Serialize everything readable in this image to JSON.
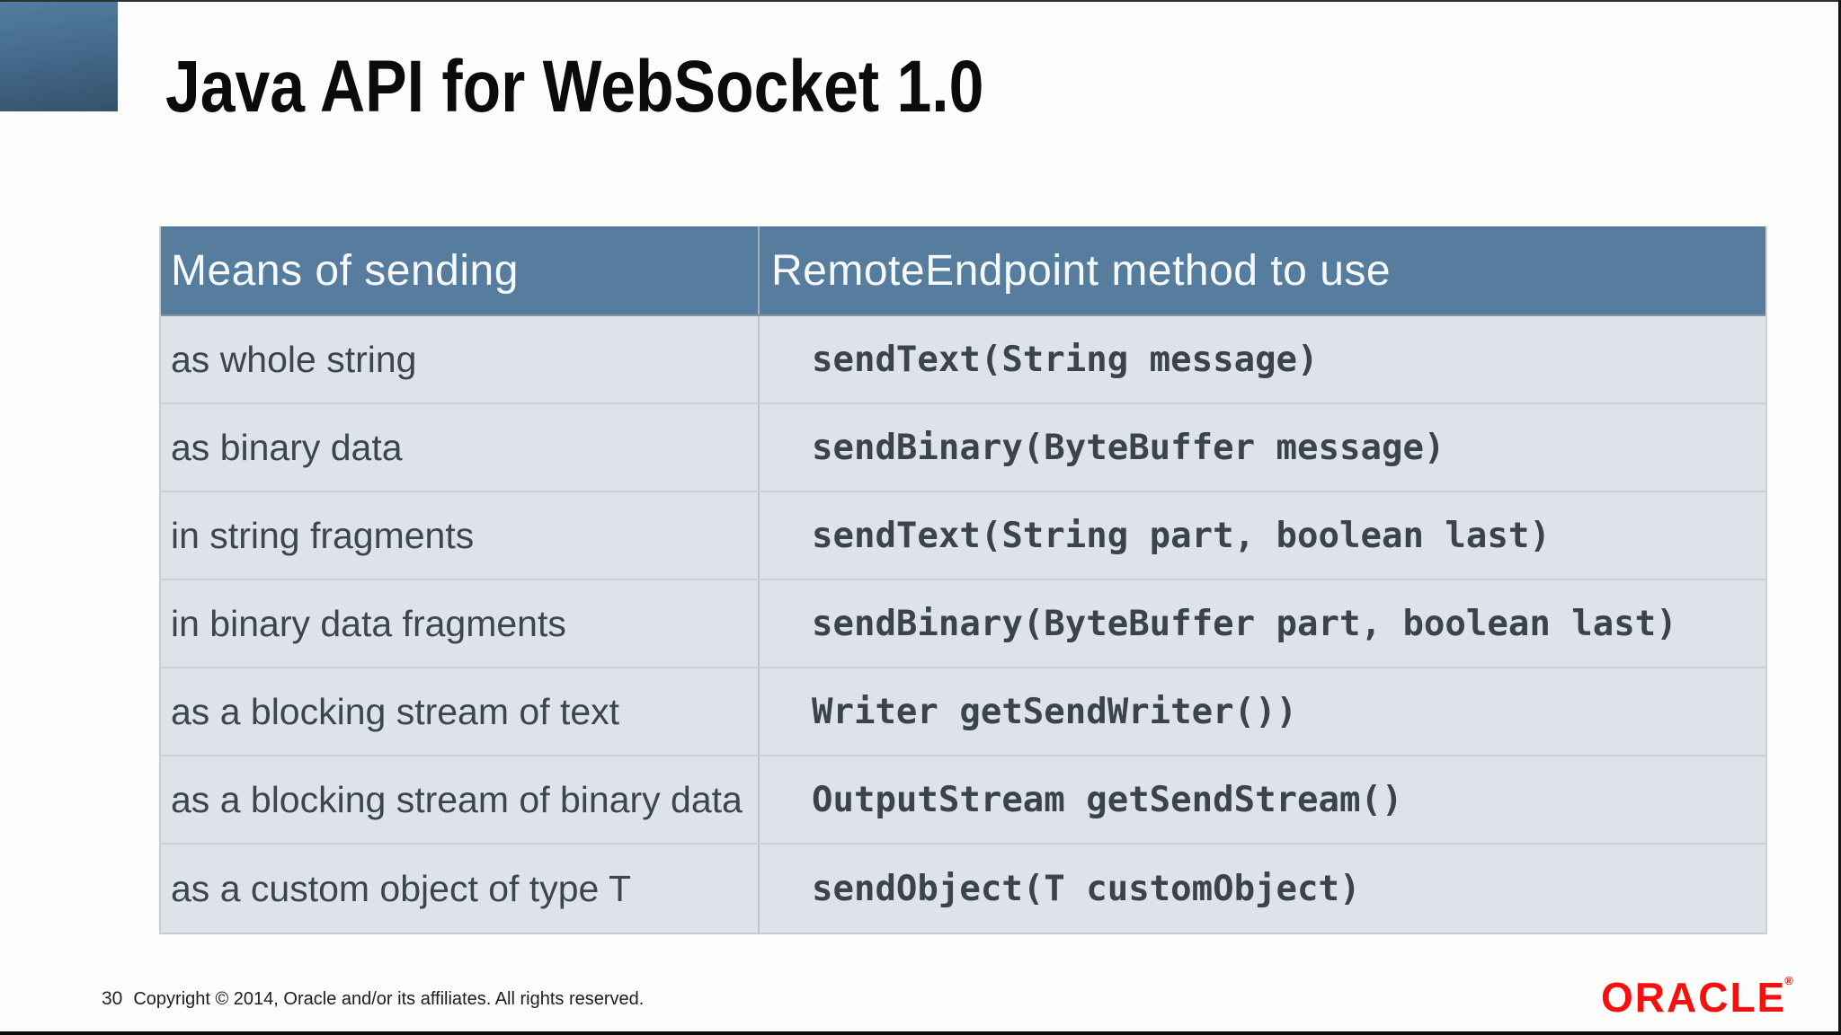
{
  "slide": {
    "title": "Java API for WebSocket 1.0",
    "page_number": "30",
    "copyright_text": "Copyright © 2014, Oracle and/or its affiliates. All rights reserved.",
    "logo": {
      "text": "ORACLE",
      "registered_mark": "®"
    }
  },
  "table": {
    "columns": [
      "Means of sending",
      "RemoteEndpoint method to use"
    ],
    "rows": [
      [
        "as whole string",
        "sendText(String message)"
      ],
      [
        "as binary data",
        "sendBinary(ByteBuffer message)"
      ],
      [
        "in string fragments",
        "sendText(String part, boolean last)"
      ],
      [
        "in binary data fragments",
        "sendBinary(ByteBuffer part, boolean last)"
      ],
      [
        "as a blocking stream of text",
        "Writer getSendWriter())"
      ],
      [
        "as a blocking stream of binary data",
        "OutputStream getSendStream()"
      ],
      [
        "as a custom object of type T",
        "sendObject(T customObject)"
      ]
    ]
  },
  "colors": {
    "header_bg": "#567c9e",
    "header_text": "#f7fafc",
    "row_bg": "#dde3e9",
    "row_text": "#3c4650",
    "code_text": "#3b444c",
    "accent_gradient_top": "#527ea1",
    "accent_gradient_bottom": "#33526c",
    "title_color": "#0b0b0b",
    "logo_red": "#f3100e",
    "background": "#fcfdfa"
  }
}
